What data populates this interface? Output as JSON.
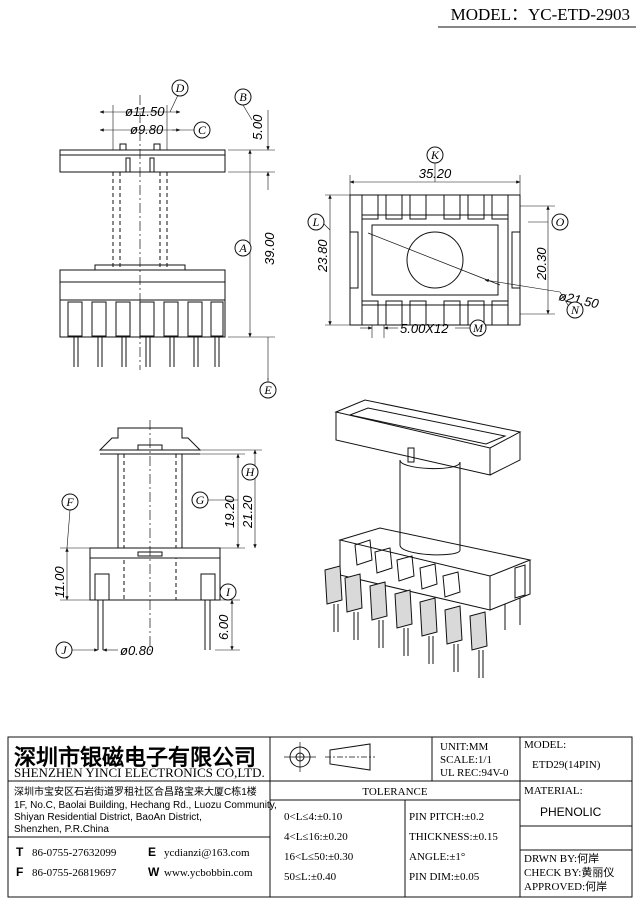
{
  "model_header": "MODEL：YC-ETD-2903",
  "views": {
    "front": {
      "dims": [
        "ø11.50",
        "ø9.80",
        "5.00",
        "39.00"
      ],
      "balloons": [
        "D",
        "C",
        "B",
        "A",
        "E"
      ]
    },
    "top": {
      "dims": [
        "35.20",
        "23.80",
        "20.30",
        "ø21.50",
        "5.00X12"
      ],
      "balloons": [
        "K",
        "L",
        "O",
        "N",
        "M"
      ]
    },
    "side": {
      "dims": [
        "19.20",
        "21.20",
        "11.00",
        "6.00",
        "ø0.80"
      ],
      "balloons": [
        "H",
        "G",
        "F",
        "I",
        "J"
      ]
    }
  },
  "title_block": {
    "company_cn": "深圳市银磁电子有限公司",
    "company_en": "SHENZHEN YINCI ELECTRONICS CO,LTD.",
    "address_cn": "深圳市宝安区石岩街道罗租社区合昌路宝来大厦C栋1楼",
    "address_en": [
      "1F, No.C, Baolai Building, Hechang Rd., Luozu Community,",
      "Shiyan Residential District, BaoAn District,",
      "Shenzhen, P.R.China"
    ],
    "contacts": [
      {
        "key": "T",
        "value": "86-0755-27632099"
      },
      {
        "key": "E",
        "value": "ycdianzi@163.com"
      },
      {
        "key": "F",
        "value": "86-0755-26819697"
      },
      {
        "key": "W",
        "value": "www.ycbobbin.com"
      }
    ],
    "unit": "UNIT:MM",
    "scale": "SCALE:1/1",
    "ul": "UL REC:94V-0",
    "model_label": "MODEL:",
    "model_value": "ETD29(14PIN)",
    "material_label": "MATERIAL:",
    "material_value": "PHENOLIC",
    "tolerance_title": "TOLERANCE",
    "tolerances_left": [
      "0<L≤4:±0.10",
      "4<L≤16:±0.20",
      "16<L≤50:±0.30",
      "50≤L:±0.40"
    ],
    "tolerances_right": [
      "PIN PITCH:±0.2",
      "THICKNESS:±0.15",
      "ANGLE:±1°",
      "PIN DIM:±0.05"
    ],
    "drawn": "DRWN BY:何岸",
    "check": "CHECK BY:黄丽仪",
    "approved": "APPROVED:何岸"
  }
}
